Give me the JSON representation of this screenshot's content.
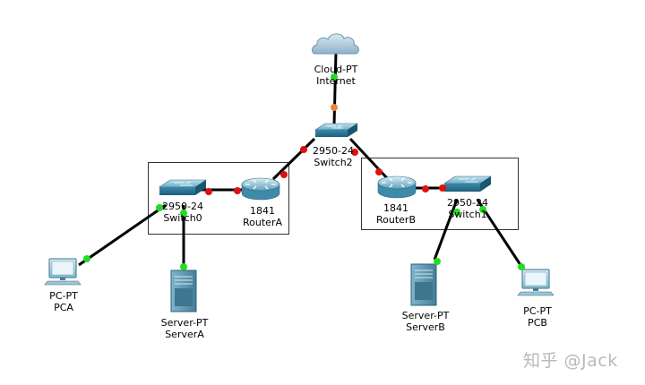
{
  "devices": {
    "cloud": {
      "model": "Cloud-PT",
      "name": "Internet",
      "icon": "cloud-icon"
    },
    "switch2": {
      "model": "2950-24",
      "name": "Switch2",
      "icon": "switch-icon"
    },
    "switch0": {
      "model": "2950-24",
      "name": "Switch0",
      "icon": "switch-icon"
    },
    "switch1": {
      "model": "2950-24",
      "name": "Switch1",
      "icon": "switch-icon"
    },
    "routerA": {
      "model": "1841",
      "name": "RouterA",
      "icon": "router-icon"
    },
    "routerB": {
      "model": "1841",
      "name": "RouterB",
      "icon": "router-icon"
    },
    "pca": {
      "model": "PC-PT",
      "name": "PCA",
      "icon": "pc-icon"
    },
    "pcb": {
      "model": "PC-PT",
      "name": "PCB",
      "icon": "pc-icon"
    },
    "serverA": {
      "model": "Server-PT",
      "name": "ServerA",
      "icon": "server-icon"
    },
    "serverB": {
      "model": "Server-PT",
      "name": "ServerB",
      "icon": "server-icon"
    }
  },
  "links": [
    {
      "from": "cloud",
      "to": "switch2",
      "status": [
        "up",
        "amber"
      ]
    },
    {
      "from": "switch2",
      "to": "routerA",
      "status": [
        "down",
        "down"
      ]
    },
    {
      "from": "switch2",
      "to": "routerB",
      "status": [
        "down",
        "down"
      ]
    },
    {
      "from": "switch0",
      "to": "routerA",
      "status": [
        "down",
        "down"
      ]
    },
    {
      "from": "routerB",
      "to": "switch1",
      "status": [
        "down",
        "down"
      ]
    },
    {
      "from": "switch0",
      "to": "pca",
      "status": [
        "up",
        "up"
      ]
    },
    {
      "from": "switch0",
      "to": "serverA",
      "status": [
        "up",
        "up"
      ]
    },
    {
      "from": "switch1",
      "to": "serverB",
      "status": [
        "up",
        "up"
      ]
    },
    {
      "from": "switch1",
      "to": "pcb",
      "status": [
        "up",
        "up"
      ]
    }
  ],
  "colors": {
    "up": "#22dd22",
    "down": "#e01010",
    "amber": "#f08040",
    "link": "#000000"
  },
  "watermark": "知乎 @Jack"
}
